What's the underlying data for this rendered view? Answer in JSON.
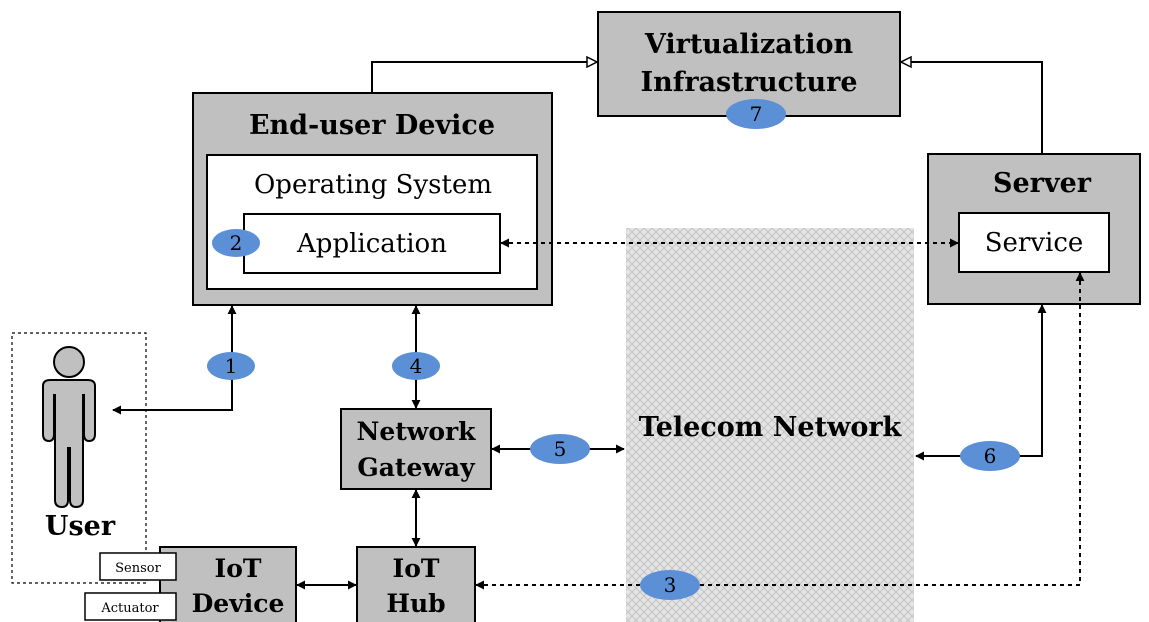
{
  "nodes": {
    "virtualization": {
      "line1": "Virtualization",
      "line2": "Infrastructure"
    },
    "end_user_device": {
      "title": "End-user Device"
    },
    "operating_system": {
      "title": "Operating System"
    },
    "application": {
      "title": "Application"
    },
    "server": {
      "title": "Server"
    },
    "service": {
      "title": "Service"
    },
    "user": {
      "title": "User"
    },
    "network_gateway": {
      "line1": "Network",
      "line2": "Gateway"
    },
    "telecom_network": {
      "title": "Telecom Network"
    },
    "iot_device": {
      "line1": "IoT",
      "line2": "Device"
    },
    "iot_hub": {
      "line1": "IoT",
      "line2": "Hub"
    },
    "sensor": {
      "title": "Sensor"
    },
    "actuator": {
      "title": "Actuator"
    }
  },
  "badges": [
    "1",
    "2",
    "3",
    "4",
    "5",
    "6",
    "7"
  ],
  "colors": {
    "box_gray": "#c0c0c0",
    "badge_blue": "#5b8fd6",
    "border": "#000000",
    "white": "#ffffff"
  }
}
